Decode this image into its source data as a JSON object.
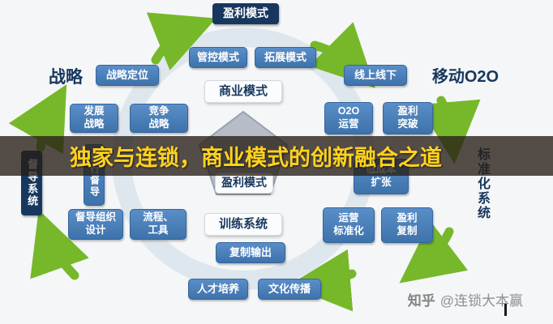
{
  "overlay": {
    "title": "独家与连锁，商业模式的创新融合之道"
  },
  "watermark": {
    "brand": "知乎",
    "handle": "@连锁大本赢"
  },
  "colors": {
    "box_blue": "#4a7fba",
    "box_navy": "#17375e",
    "arrow_green": "#76b82a",
    "overlay_band": "#26201699",
    "overlay_text": "#ffd21e",
    "ring": "#d2dee8"
  },
  "nodes": {
    "profit_model_top": "盈利模式",
    "control_model": "管控模式",
    "expand_model": "拓展模式",
    "business_model": "商业模式",
    "strategy": "战略",
    "strategy_position": "战略定位",
    "dev_strategy": "发展\n战略",
    "compete_strategy": "竞争\n战略",
    "online_offline": "线上线下",
    "mobile_o2o": "移动O2O",
    "o2o_ops": "O2O\n运营",
    "profit_break": "盈利\n突破",
    "standard_system": "标准化系统",
    "low_cost_expand": "低成本\n扩张",
    "supervise_system": "督导系统",
    "exec_supervise": "执行督导",
    "supervise_org": "督导组织\n设计",
    "process_tools": "流程、\n工具",
    "training_system": "训练系统",
    "copy_output": "复制输出",
    "ops_standard": "运营\n标准化",
    "profit_copy": "盈利\n复制",
    "talent": "人才培养",
    "culture": "文化传播",
    "profit_model_center": "盈利模式"
  }
}
